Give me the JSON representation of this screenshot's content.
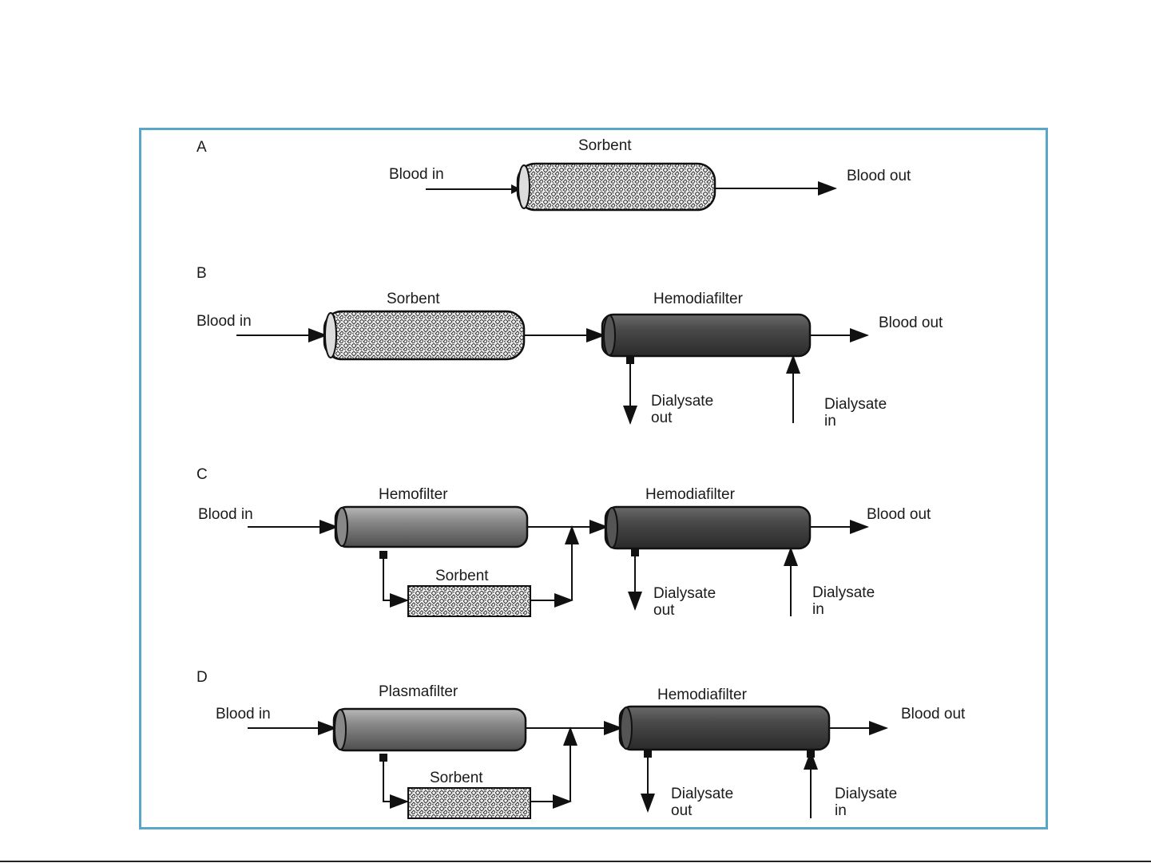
{
  "panels": {
    "a": {
      "letter": "A",
      "sorbent": "Sorbent",
      "blood_in": "Blood in",
      "blood_out": "Blood out"
    },
    "b": {
      "letter": "B",
      "sorbent": "Sorbent",
      "hemodiafilter": "Hemodiafilter",
      "blood_in": "Blood in",
      "blood_out": "Blood out",
      "dialysate_out": [
        "Dialysate",
        "out"
      ],
      "dialysate_in": [
        "Dialysate",
        "in"
      ]
    },
    "c": {
      "letter": "C",
      "hemofilter": "Hemofilter",
      "hemodiafilter": "Hemodiafilter",
      "sorbent": "Sorbent",
      "blood_in": "Blood in",
      "blood_out": "Blood out",
      "dialysate_out": [
        "Dialysate",
        "out"
      ],
      "dialysate_in": [
        "Dialysate",
        "in"
      ]
    },
    "d": {
      "letter": "D",
      "plasmafilter": "Plasmafilter",
      "hemodiafilter": "Hemodiafilter",
      "sorbent": "Sorbent",
      "blood_in": "Blood in",
      "blood_out": "Blood out",
      "dialysate_out": [
        "Dialysate",
        "out"
      ],
      "dialysate_in": [
        "Dialysate",
        "in"
      ]
    }
  },
  "colors": {
    "frame": "#5aa6c8",
    "line": "#111111",
    "filter_dark": "#3a3a3a",
    "filter_grey": "#6e6e6e"
  }
}
